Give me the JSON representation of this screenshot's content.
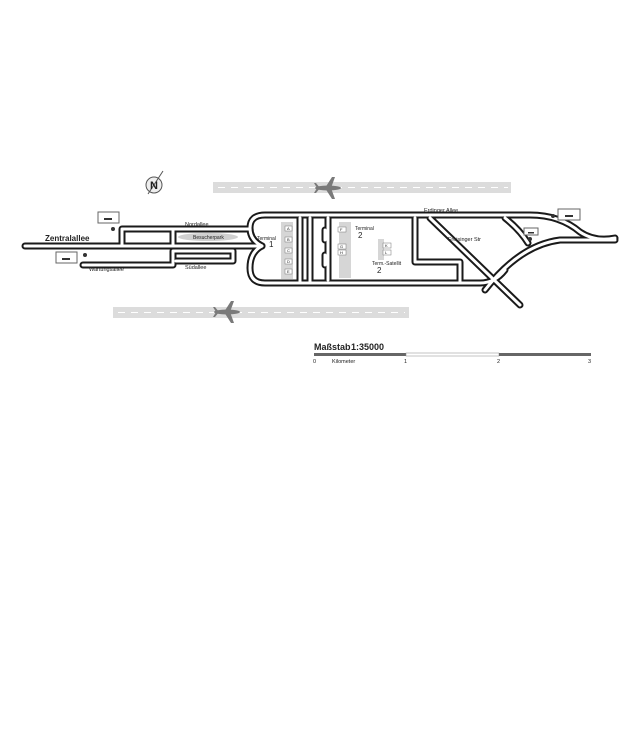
{
  "map": {
    "streets": {
      "zentralallee": "Zentralallee",
      "nordallee": "Nordallee",
      "wartungsallee": "Wartungsallee",
      "suedallee": "Südallee",
      "erdinger_allee": "Erdinger Allee",
      "freisinger_str": "Freisinger Str",
      "besucherpark": "Besucherpark"
    },
    "terminal1": {
      "label": "Terminal",
      "number": "1",
      "gates": [
        "A",
        "B",
        "C",
        "D",
        "E"
      ]
    },
    "terminal2": {
      "label": "Terminal",
      "number": "2",
      "gates": [
        "F",
        "G",
        "H"
      ]
    },
    "satellite": {
      "label": "Term.-Satellit",
      "number": "2",
      "gates": [
        "K",
        "L"
      ]
    },
    "compass": "N"
  },
  "scale": {
    "title": "Maßstab",
    "ratio": "1:35000",
    "unit": "Kilometer",
    "ticks": [
      "0",
      "1",
      "2",
      "3"
    ]
  },
  "colors": {
    "road": "#1a1a1a",
    "runway": "#dcdcdc",
    "plane": "#7a7a7a"
  }
}
